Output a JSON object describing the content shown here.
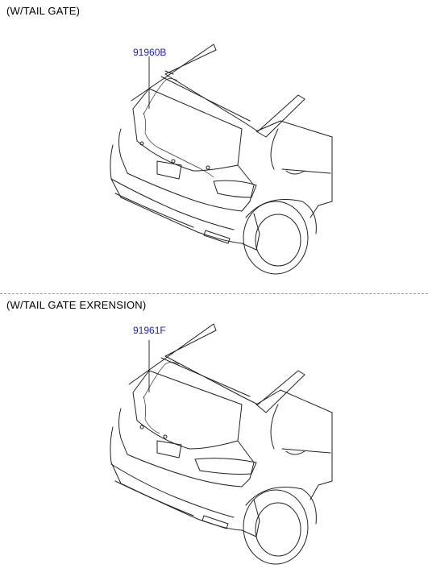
{
  "sections": [
    {
      "title": "(W/TAIL GATE)",
      "part_number": "91960B"
    },
    {
      "title": "(W/TAIL GATE EXRENSION)",
      "part_number": "91961F"
    }
  ],
  "colors": {
    "part_label": "#1a1ad6",
    "line": "#222222",
    "divider": "#9a9a9a"
  }
}
